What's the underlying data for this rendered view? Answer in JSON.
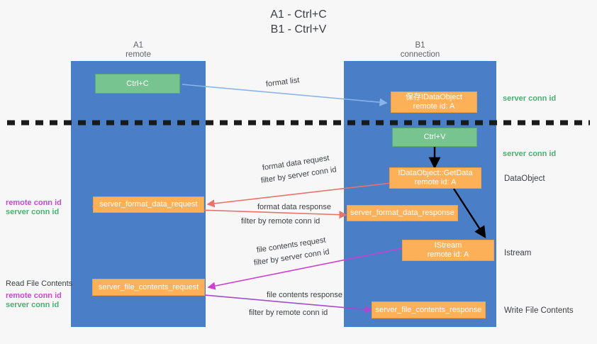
{
  "title": "A1 - Ctrl+C\nB1 - Ctrl+V",
  "lanes": [
    {
      "name": "A1",
      "sub": "remote",
      "header": "A1\nremote"
    },
    {
      "name": "B1",
      "sub": "connection",
      "header": "B1\nconnection"
    }
  ],
  "boxes": {
    "ctrl_c": "Ctrl+C",
    "save_idataobject": "保存IDataObject\nremote id: A",
    "ctrl_v": "Ctrl+V",
    "getdata": "IDataObject::GetData\nremote id: A",
    "format_data_request": "server_format_data_request",
    "format_data_response": "server_format_data_response",
    "istream": "IStream\nremote id: A",
    "file_contents_request": "server_file_contents_request",
    "file_contents_response": "server_file_contents_response"
  },
  "annotations": {
    "format_list": "format list",
    "format_data_request_title": "format data request",
    "format_data_request_filter_prefix": "filter by ",
    "format_data_request_filter_value": "server conn id",
    "format_data_response_title": "format data response",
    "format_data_response_filter_prefix": "filter by ",
    "format_data_response_filter_value": "remote conn id",
    "file_contents_request_title": "file contents request",
    "file_contents_request_filter_prefix": "filter by ",
    "file_contents_request_filter_value": "server conn id",
    "file_contents_response_title": "file contents response",
    "file_contents_response_filter_prefix": "filter by ",
    "file_contents_response_filter_value": "remote conn id"
  },
  "left_labels": {
    "conn_ids_1_remote": "remote conn id",
    "conn_ids_1_server": "server conn id",
    "read_file_contents": "Read File Contents",
    "conn_ids_2_remote": "remote conn id",
    "conn_ids_2_server": "server conn id"
  },
  "right_labels": {
    "server_conn_id_1": "server conn id",
    "server_conn_id_2": "server conn id",
    "dataobject": "DataObject",
    "istream": "Istream",
    "write_file_contents": "Write File Contents"
  },
  "colors": {
    "lane": "#4a7fc7",
    "green_box": "#77c490",
    "orange_box": "#fcb057",
    "server_conn_id": "#4caf72",
    "remote_conn_id": "#c64ad0",
    "arrow_blue": "#8ab4e8",
    "arrow_red": "#e8736a",
    "arrow_magenta": "#cc3fd0",
    "arrow_purple": "#a44bd0",
    "arrow_black": "#000000",
    "divider": "#1a1a1a",
    "background": "#f7f7f7"
  }
}
